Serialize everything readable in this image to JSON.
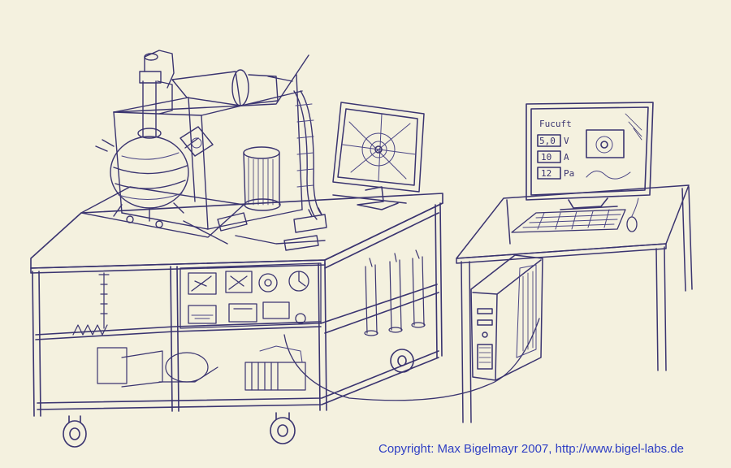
{
  "caption": {
    "copyright": "Copyright: Max Bigelmayr 2007, http://www.bigel-labs.de"
  },
  "sketch": {
    "pc_monitor_title": "Fucuft",
    "readout_1_value": "5,0",
    "readout_1_unit": "V",
    "readout_2_value": "10",
    "readout_2_unit": "A",
    "readout_3_value": "12",
    "readout_3_unit": "Pa"
  },
  "colors": {
    "ink": "#3a3470",
    "paper": "#f4f1df",
    "caption": "#2f3fc4"
  }
}
